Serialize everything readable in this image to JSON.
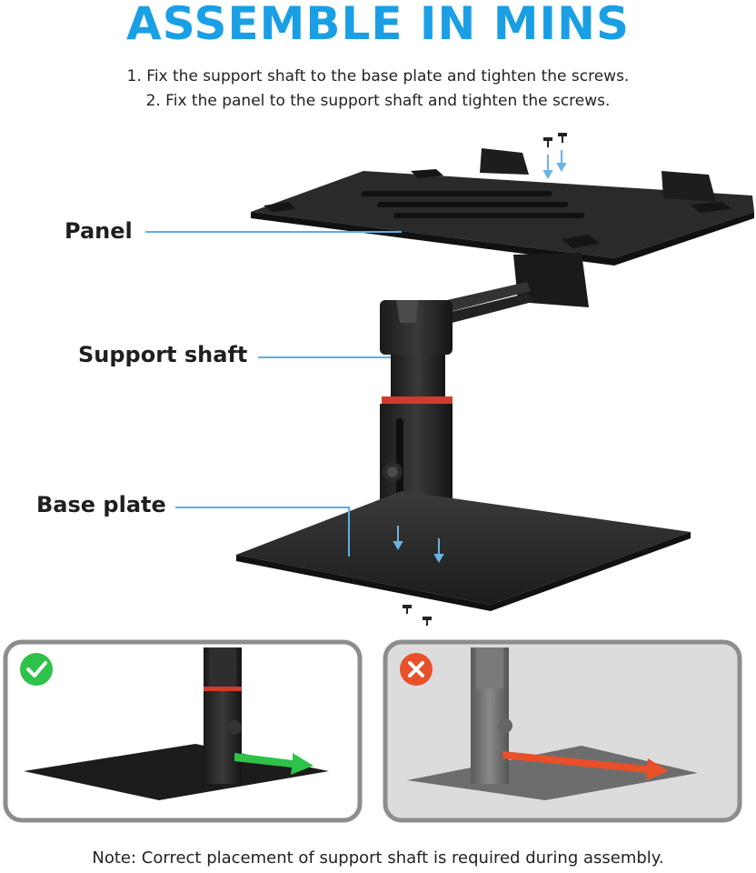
{
  "title": "ASSEMBLE IN MINS",
  "steps": [
    "1. Fix the support shaft to the base plate and tighten the screws.",
    "2. Fix the panel to the support shaft and tighten the screws."
  ],
  "labels": {
    "panel": "Panel",
    "support_shaft": "Support shaft",
    "base_plate": "Base plate"
  },
  "note": "Note: Correct placement of support shaft is required during assembly.",
  "colors": {
    "title": "#1a9fe4",
    "leader_line": "#5aaee8",
    "correct": "#2ec24a",
    "wrong": "#e8502a"
  },
  "panels": {
    "correct": {
      "icon": "check-icon",
      "arrow": "green-arrow"
    },
    "wrong": {
      "icon": "x-icon",
      "arrow": "red-arrow"
    }
  }
}
